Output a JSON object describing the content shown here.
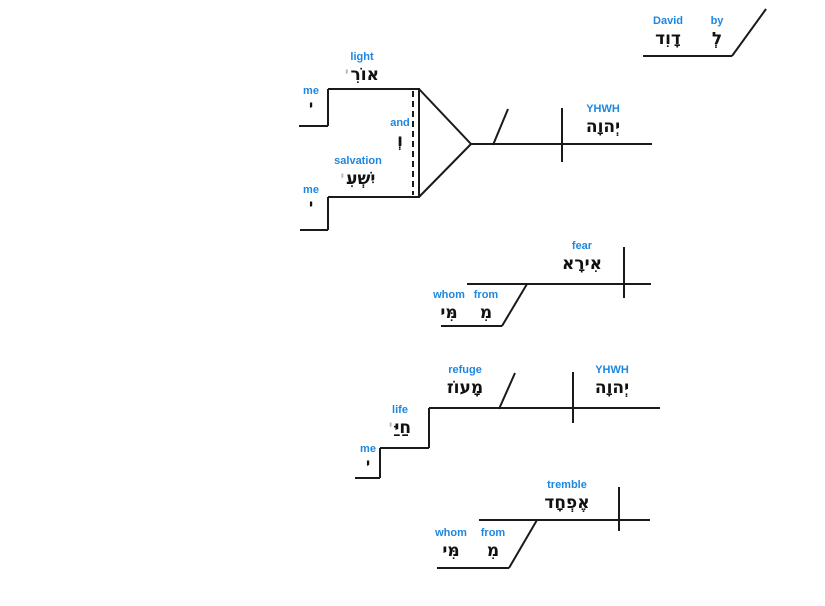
{
  "colors": {
    "label_blue": "#1e87e0",
    "hebrew_black": "#111111",
    "suffix_gray": "#b9b9b9",
    "line_black": "#1a1a1a"
  },
  "header": {
    "by": {
      "gloss": "by",
      "hebrew": "לְ"
    },
    "david": {
      "gloss": "David",
      "hebrew": "דָוִד"
    }
  },
  "clause1": {
    "light": {
      "gloss": "light",
      "hebrew": "אוֹרִ",
      "suffix": "י"
    },
    "me_light": {
      "gloss": "me",
      "hebrew": "י"
    },
    "conj": {
      "gloss": "and",
      "hebrew": "וְ"
    },
    "salvation": {
      "gloss": "salvation",
      "hebrew": "יִשְׁעִ",
      "suffix": "י"
    },
    "me_salvation": {
      "gloss": "me",
      "hebrew": "י"
    },
    "subject": {
      "gloss": "YHWH",
      "hebrew": "יְהוָה"
    }
  },
  "clause2": {
    "verb": {
      "gloss": "fear",
      "hebrew": "אִירָא"
    },
    "whom": {
      "gloss": "whom",
      "hebrew": "מִּי"
    },
    "from": {
      "gloss": "from",
      "hebrew": "מִ"
    }
  },
  "clause3": {
    "refuge": {
      "gloss": "refuge",
      "hebrew": "מָעוֹז"
    },
    "subject": {
      "gloss": "YHWH",
      "hebrew": "יְהוָה"
    },
    "life": {
      "gloss": "life",
      "hebrew": "חַיַּ",
      "suffix": "י"
    },
    "me_life": {
      "gloss": "me",
      "hebrew": "י"
    }
  },
  "clause4": {
    "verb": {
      "gloss": "tremble",
      "hebrew": "אֶפְחָד"
    },
    "whom": {
      "gloss": "whom",
      "hebrew": "מִּי"
    },
    "from": {
      "gloss": "from",
      "hebrew": "מִ"
    }
  }
}
